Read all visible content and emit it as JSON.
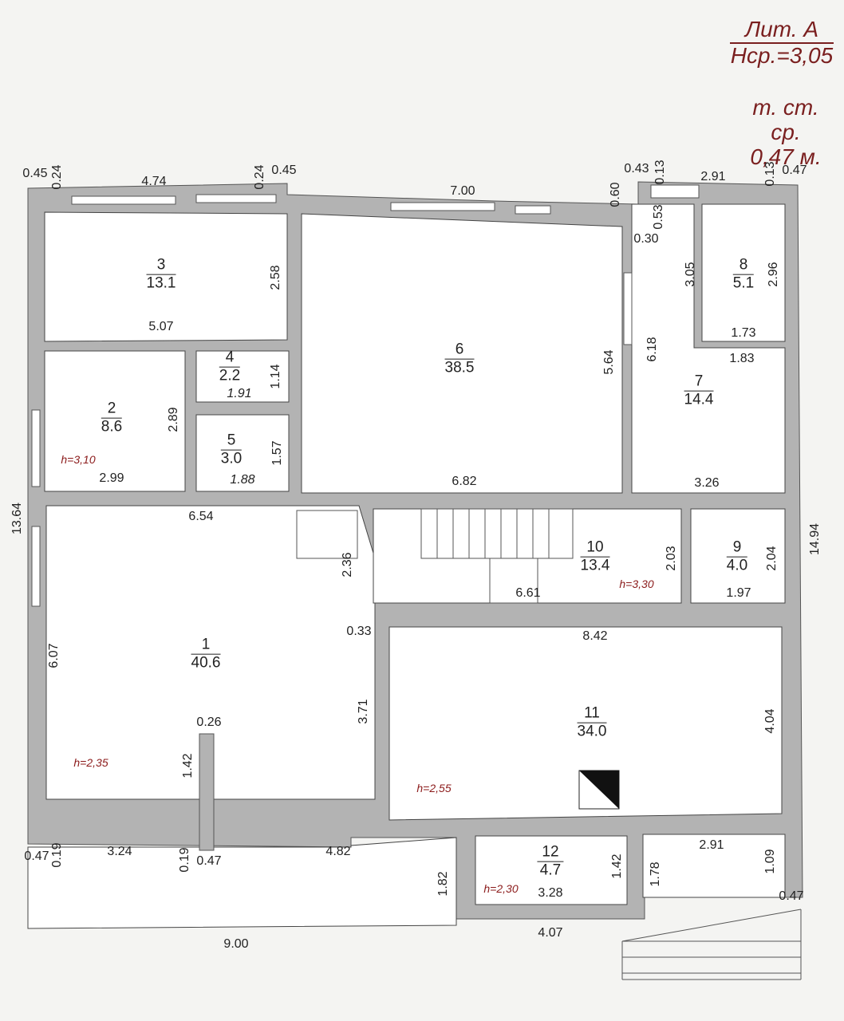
{
  "header": {
    "lit": "Лит. А",
    "hsr": "Нср.=3,05",
    "wall_note_1": "т. ст. ср.",
    "wall_note_2": "0,47 м."
  },
  "rooms": [
    {
      "num": "1",
      "area": "40.6"
    },
    {
      "num": "2",
      "area": "8.6"
    },
    {
      "num": "3",
      "area": "13.1"
    },
    {
      "num": "4",
      "area": "2.2"
    },
    {
      "num": "5",
      "area": "3.0"
    },
    {
      "num": "6",
      "area": "38.5"
    },
    {
      "num": "7",
      "area": "14.4"
    },
    {
      "num": "8",
      "area": "5.1"
    },
    {
      "num": "9",
      "area": "4.0"
    },
    {
      "num": "10",
      "area": "13.4"
    },
    {
      "num": "11",
      "area": "34.0"
    },
    {
      "num": "12",
      "area": "4.7"
    }
  ],
  "heights": [
    "h=3,10",
    "h=3,30",
    "h=2,35",
    "h=2,55",
    "h=2,30"
  ],
  "dims": {
    "top_045_l": "0.45",
    "top_024_l": "0.24",
    "top_474": "4.74",
    "top_024_m": "0.24",
    "top_045_m": "0.45",
    "top_700": "7.00",
    "top_043": "0.43",
    "top_013_a": "0.13",
    "top_291": "2.91",
    "top_013_b": "0.13",
    "top_047": "0.47",
    "d_060": "0.60",
    "d_053": "0.53",
    "d_030": "0.30",
    "r3_258": "2.58",
    "r3_507": "5.07",
    "r2_289": "2.89",
    "r2_299": "2.99",
    "r4_114": "1.14",
    "r4_191": "1.91",
    "r5_157": "1.57",
    "r5_188": "1.88",
    "r6_564": "5.64",
    "r6_682": "6.82",
    "r8_305": "3.05",
    "r8_296": "2.96",
    "r8_173": "1.73",
    "r7_618": "6.18",
    "r7_183": "1.83",
    "r7_326": "3.26",
    "left_1364": "13.64",
    "right_1494": "14.94",
    "r1_654": "6.54",
    "r1_236": "2.36",
    "r1_033": "0.33",
    "r1_607": "6.07",
    "r1_371": "3.71",
    "r1_026": "0.26",
    "r1_142": "1.42",
    "r10_203": "2.03",
    "r10_661": "6.61",
    "r9_204": "2.04",
    "r9_197": "1.97",
    "r11_842": "8.42",
    "r11_404": "4.04",
    "b_047_l": "0.47",
    "b_019_l": "0.19",
    "b_324": "3.24",
    "b_019_m": "0.19",
    "b_047_m": "0.47",
    "b_482": "4.82",
    "r12_182": "1.82",
    "r12_142": "1.42",
    "r12_328": "3.28",
    "b_178": "1.78",
    "b_291": "2.91",
    "b_109": "1.09",
    "b_047_r": "0.47",
    "b_900": "9.00",
    "b_407": "4.07"
  },
  "colors": {
    "wall": "#b3b3b3",
    "floor": "#ffffff",
    "text": "#222222",
    "accent": "#7a1f1f"
  }
}
